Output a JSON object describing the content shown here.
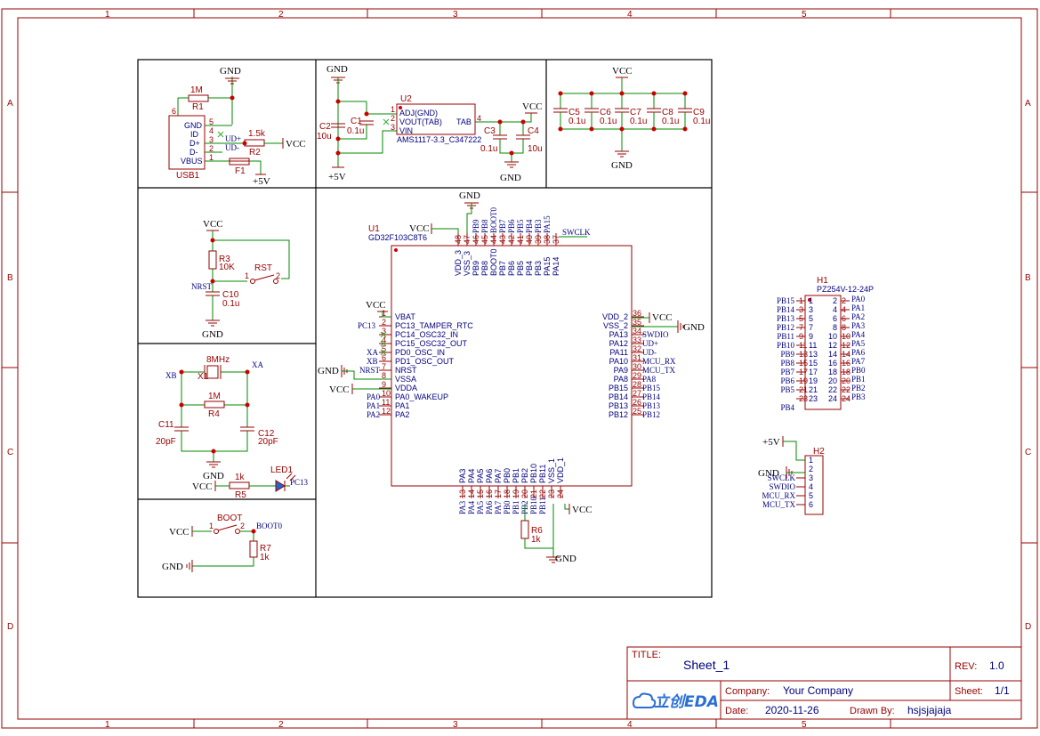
{
  "title_block": {
    "title_label": "TITLE:",
    "title": "Sheet_1",
    "rev_label": "REV:",
    "rev": "1.0",
    "company_label": "Company:",
    "company": "Your Company",
    "sheet_label": "Sheet:",
    "sheet": "1/1",
    "date_label": "Date:",
    "date": "2020-11-26",
    "drawn_label": "Drawn By:",
    "drawn_by": "hsjsjajaja",
    "logo_text": "立创EDA"
  },
  "frame": {
    "columns": [
      "1",
      "2",
      "3",
      "4",
      "5"
    ],
    "rows": [
      "A",
      "B",
      "C",
      "D"
    ]
  },
  "usb": {
    "gnd": "GND",
    "r1": "R1",
    "r1_val": "1M",
    "pin6": "6",
    "pins": [
      "GND",
      "ID",
      "D+",
      "D-",
      "VBUS"
    ],
    "pin_nums": [
      "5",
      "4",
      "3",
      "2",
      "1"
    ],
    "ref": "USB1",
    "r2": "R2",
    "r2_val": "1.5k",
    "f1": "F1",
    "udp": "UD+",
    "udm": "UD-",
    "vcc": "VCC",
    "p5v": "+5V"
  },
  "ldo": {
    "gnd_top": "GND",
    "c2": "C2",
    "c2_val": "10u",
    "c1": "C1",
    "c1_val": "0.1u",
    "u2": "U2",
    "pins": [
      "ADJ(GND)",
      "VOUT(TAB)",
      "VIN"
    ],
    "pin_nums": [
      "1",
      "2",
      "3"
    ],
    "tab": "TAB",
    "tab_num": "4",
    "part": "AMS1117-3.3_C347222",
    "c3": "C3",
    "c3_val": "0.1u",
    "c4": "C4",
    "c4_val": "10u",
    "vcc": "VCC",
    "gnd_bot": "GND",
    "p5v": "+5V"
  },
  "decoupling": {
    "vcc": "VCC",
    "gnd": "GND",
    "caps": [
      {
        "ref": "C5",
        "val": "0.1u"
      },
      {
        "ref": "C6",
        "val": "0.1u"
      },
      {
        "ref": "C7",
        "val": "0.1u"
      },
      {
        "ref": "C8",
        "val": "0.1u"
      },
      {
        "ref": "C9",
        "val": "0.1u"
      }
    ]
  },
  "reset": {
    "vcc": "VCC",
    "r3": "R3",
    "r3_val": "10K",
    "rst": "RST",
    "nrst": "NRST",
    "c10": "C10",
    "c10_val": "0.1u",
    "gnd": "GND",
    "p1": "1",
    "p2": "2"
  },
  "crystal": {
    "y_val": "8MHz",
    "x1": "X1",
    "xb": "XB",
    "xa": "XA",
    "r4": "R4",
    "r4_val": "1M",
    "c11": "C11",
    "c11_val": "20pF",
    "c12": "C12",
    "c12_val": "20pF",
    "gnd": "GND",
    "vcc": "VCC",
    "r5": "R5",
    "r5_val": "1k",
    "led": "LED1",
    "pc13": "PC13"
  },
  "boot": {
    "boot": "BOOT",
    "vcc": "VCC",
    "p1": "1",
    "p2": "2",
    "boot0": "BOOT0",
    "r7": "R7",
    "r7_val": "1k",
    "gnd": "GND"
  },
  "mcu": {
    "ref": "U1",
    "part": "GD32F103C8T6",
    "gnd_top": "GND",
    "vcc_top": "VCC",
    "swclk": "SWCLK",
    "top_pins": [
      "VDD_3",
      "VSS_3",
      "PB9",
      "PB8",
      "BOOT0",
      "PB7",
      "PB6",
      "PB5",
      "PB4",
      "PB3",
      "PA15",
      "PA14"
    ],
    "top_nums": [
      "48",
      "47",
      "46",
      "45",
      "44",
      "43",
      "42",
      "41",
      "40",
      "39",
      "38",
      "37"
    ],
    "top_nets": [
      "",
      "",
      "PB9",
      "PB8",
      "BOOT0",
      "PB7",
      "PB6",
      "PB5",
      "PB4",
      "PB3",
      "PA15",
      ""
    ],
    "left_pins": [
      "VBAT",
      "PC13_TAMPER_RTC",
      "PC14_OSC32_IN",
      "PC15_OSC32_OUT",
      "PD0_OSC_IN",
      "PD1_OSC_OUT",
      "NRST",
      "VSSA",
      "VDDA",
      "PA0_WAKEUP",
      "PA1",
      "PA2"
    ],
    "left_nums": [
      "1",
      "2",
      "3",
      "4",
      "5",
      "6",
      "7",
      "8",
      "9",
      "10",
      "11",
      "12"
    ],
    "left_nets": [
      "",
      "PC13",
      "",
      "",
      "XA",
      "XB",
      "NRST",
      "",
      "",
      "PA0",
      "PA1",
      "PA2"
    ],
    "right_pins": [
      "VDD_2",
      "VSS_2",
      "PA13",
      "PA12",
      "PA11",
      "PA10",
      "PA9",
      "PA8",
      "PB15",
      "PB14",
      "PB13",
      "PB12"
    ],
    "right_nums": [
      "36",
      "35",
      "34",
      "33",
      "32",
      "31",
      "30",
      "29",
      "28",
      "27",
      "26",
      "25"
    ],
    "right_nets": [
      "",
      "",
      "SWDIO",
      "UD+",
      "UD-",
      "MCU_RX",
      "MCU_TX",
      "PA8",
      "PB15",
      "PB14",
      "PB13",
      "PB12"
    ],
    "bottom_pins": [
      "PA3",
      "PA4",
      "PA5",
      "PA6",
      "PA7",
      "PB0",
      "PB1",
      "PB2",
      "PB10",
      "PB11",
      "VSS_1",
      "VDD_1"
    ],
    "bottom_nums": [
      "13",
      "14",
      "15",
      "16",
      "17",
      "18",
      "19",
      "20",
      "21",
      "22",
      "23",
      "24"
    ],
    "bottom_nets": [
      "PA3",
      "PA4",
      "PA5",
      "PA6",
      "PA7",
      "PB0",
      "PB1",
      "PB2",
      "PB10",
      "PB11",
      "",
      ""
    ],
    "vcc_left": "VCC",
    "gnd_left": "GND",
    "vcc_left2": "VCC",
    "vcc_right": "VCC",
    "gnd_right": "GND",
    "vcc_bottom": "VCC",
    "gnd_bottom": "GND",
    "r6": "R6",
    "r6_val": "1k"
  },
  "header_h1": {
    "ref": "H1",
    "part": "PZ254V-12-24P",
    "left_nets": [
      "",
      "PB15",
      "PB14",
      "PB13",
      "PB12",
      "PB11",
      "PB10",
      "PB9",
      "PB8",
      "PB7",
      "PB6",
      "PB5",
      "PB4"
    ],
    "left_nums": [
      "1",
      "3",
      "5",
      "7",
      "9",
      "11",
      "13",
      "15",
      "17",
      "19",
      "21",
      "23"
    ],
    "right_nums": [
      "2",
      "4",
      "6",
      "8",
      "10",
      "12",
      "14",
      "16",
      "18",
      "20",
      "22",
      "24"
    ],
    "right_nets": [
      "PA0",
      "PA1",
      "PA2",
      "PA3",
      "PA4",
      "PA5",
      "PA6",
      "PA7",
      "PB0",
      "PB1",
      "PB2",
      "PB3"
    ]
  },
  "header_h2": {
    "ref": "H2",
    "p5v": "+5V",
    "gnd": "GND",
    "nets": [
      "",
      "",
      "SWCLK",
      "SWDIO",
      "MCU_RX",
      "MCU_TX"
    ],
    "nums": [
      "1",
      "2",
      "3",
      "4",
      "5",
      "6"
    ]
  }
}
